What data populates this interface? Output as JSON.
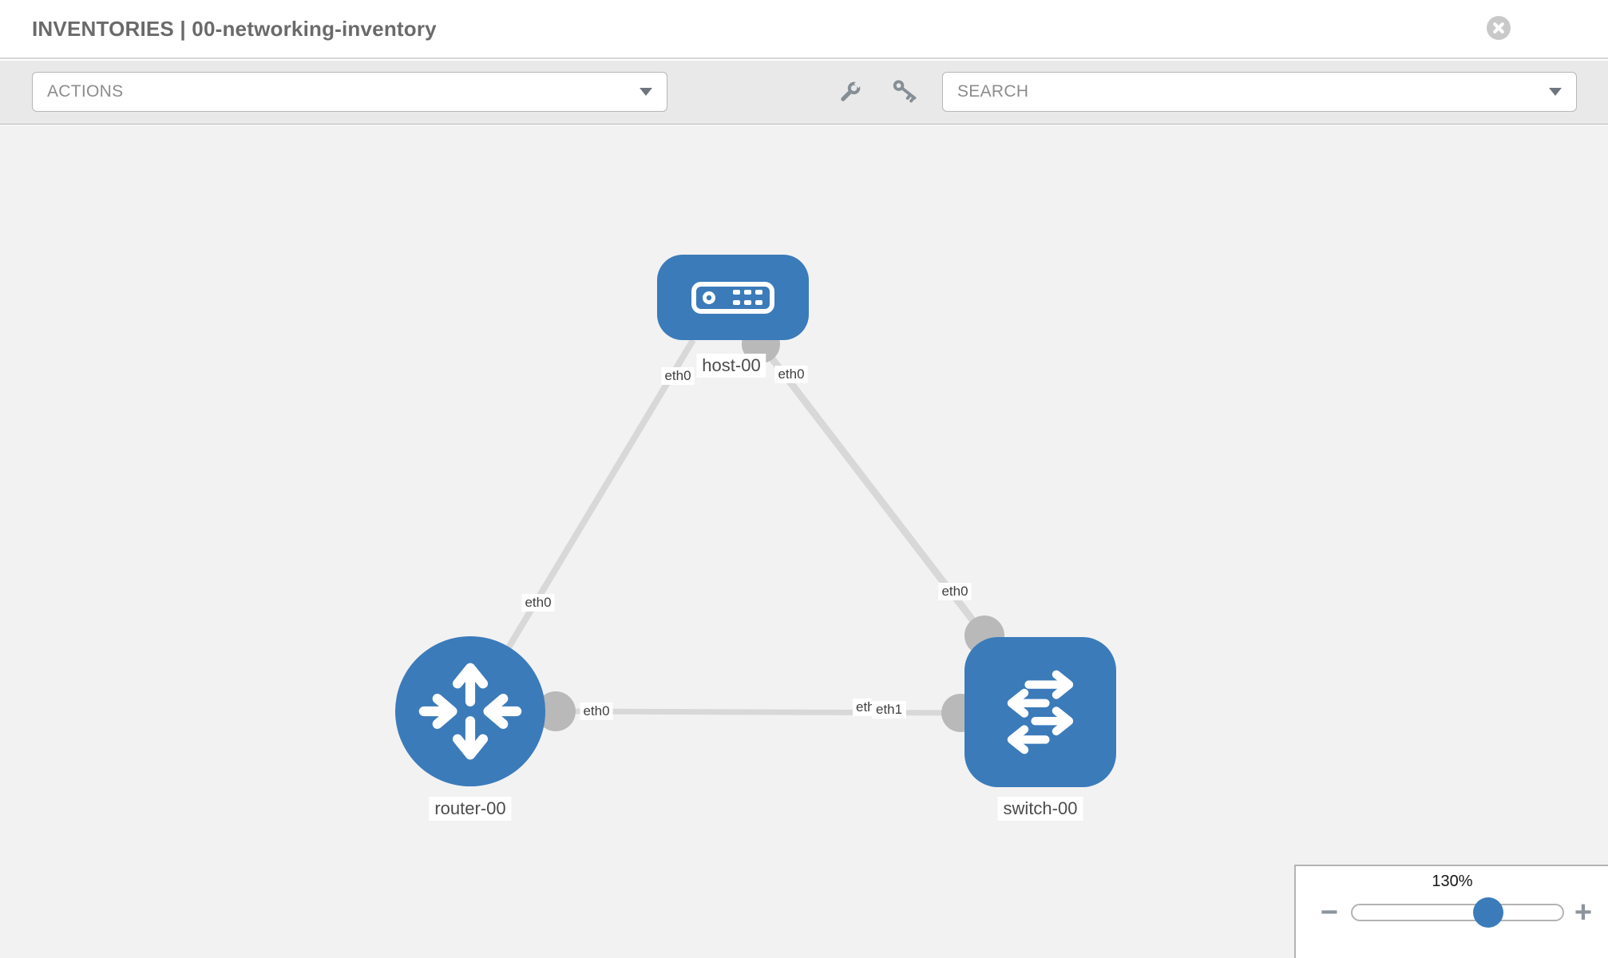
{
  "header": {
    "title": "INVENTORIES | 00-networking-inventory",
    "close_icon": "x-circle-icon"
  },
  "toolbar": {
    "actions_label": "ACTIONS",
    "search_placeholder": "SEARCH",
    "icons": [
      "wrench-icon",
      "key-icon"
    ]
  },
  "colors": {
    "node_blue": "#3b7bba",
    "link_gray": "#d8d8d8",
    "endpoint_gray": "#b9b9b9",
    "canvas_bg": "#f2f2f2",
    "toolbar_bg": "#e9e9e9",
    "icon_gray": "#868e96"
  },
  "topology": {
    "nodes": [
      {
        "label": "host-00",
        "type": "host",
        "icon": "server-icon"
      },
      {
        "label": "router-00",
        "type": "router",
        "icon": "router-arrows-icon"
      },
      {
        "label": "switch-00",
        "type": "switch",
        "icon": "switch-arrows-icon"
      }
    ],
    "links": [
      {
        "from": "host-00",
        "from_interface": "eth0",
        "to": "router-00",
        "to_interface": "eth0"
      },
      {
        "from": "host-00",
        "from_interface": "eth0",
        "to": "switch-00",
        "to_interface": "eth0"
      },
      {
        "from": "router-00",
        "from_interface": "eth0",
        "to": "switch-00",
        "to_interface": "eth1"
      }
    ]
  },
  "zoom_control": {
    "value": "130%",
    "minus_label": "−",
    "plus_label": "+"
  }
}
